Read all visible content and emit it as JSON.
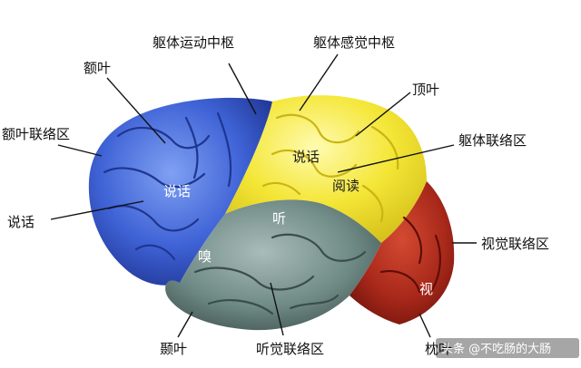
{
  "labels": {
    "motor": "躯体运动中枢",
    "sensory": "躯体感觉中枢",
    "frontal": "额叶",
    "frontal_assoc": "额叶联络区",
    "parietal": "顶叶",
    "somatic_assoc": "躯体联络区",
    "speech_left": "说话",
    "visual_assoc": "视觉联络区",
    "temporal": "颞叶",
    "auditory_assoc": "听觉联络区",
    "occipital": "枕叶"
  },
  "inner_labels": {
    "speak_frontal": "说话",
    "speak_parietal": "说话",
    "read": "阅读",
    "hear": "听",
    "smell": "嗅",
    "see": "视"
  },
  "watermark": "头条 @不吃肠的大肠",
  "colors": {
    "frontal": "#3f63d6",
    "parietal": "#f2e23a",
    "temporal": "#6f8a86",
    "occipital": "#a8281a"
  }
}
